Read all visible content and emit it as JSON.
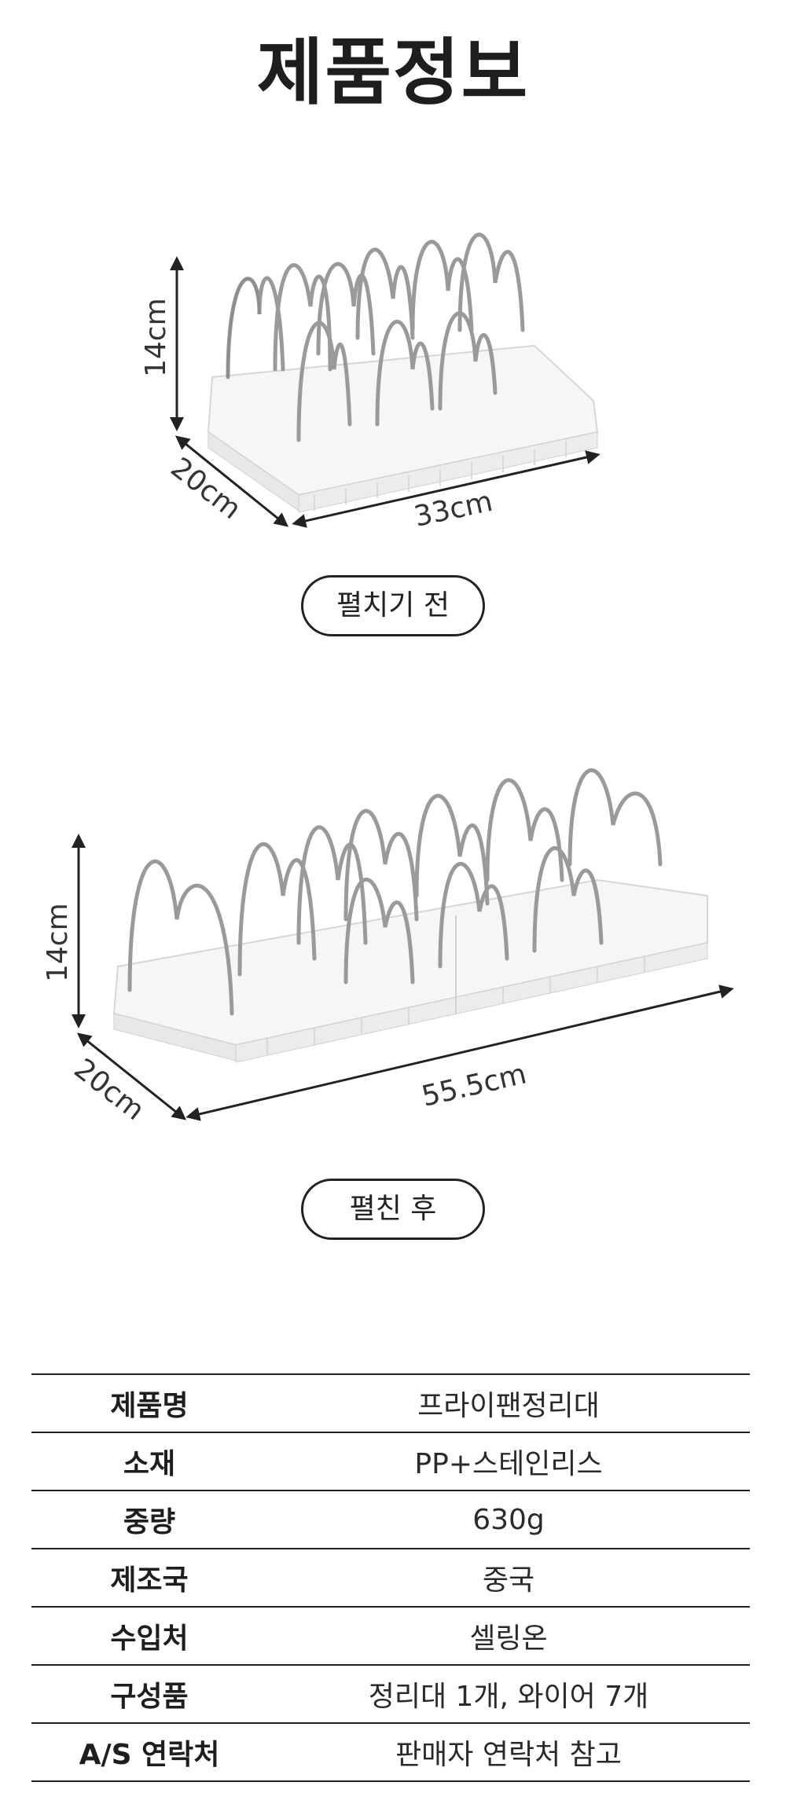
{
  "page_title": "제품정보",
  "figure_before": {
    "height_label": "14cm",
    "depth_label": "20cm",
    "width_label": "33cm",
    "caption": "펼치기 전"
  },
  "figure_after": {
    "height_label": "14cm",
    "depth_label": "20cm",
    "width_label": "55.5cm",
    "caption": "펼친 후"
  },
  "spec_table": {
    "rows": [
      {
        "label": "제품명",
        "value": "프라이팬정리대"
      },
      {
        "label": "소재",
        "value": "PP+스테인리스"
      },
      {
        "label": "중량",
        "value": "630g"
      },
      {
        "label": "제조국",
        "value": "중국"
      },
      {
        "label": "수입처",
        "value": "셀링온"
      },
      {
        "label": "구성품",
        "value": "정리대 1개, 와이어 7개"
      },
      {
        "label": "A/S 연락처",
        "value": "판매자 연락처 참고"
      }
    ]
  }
}
